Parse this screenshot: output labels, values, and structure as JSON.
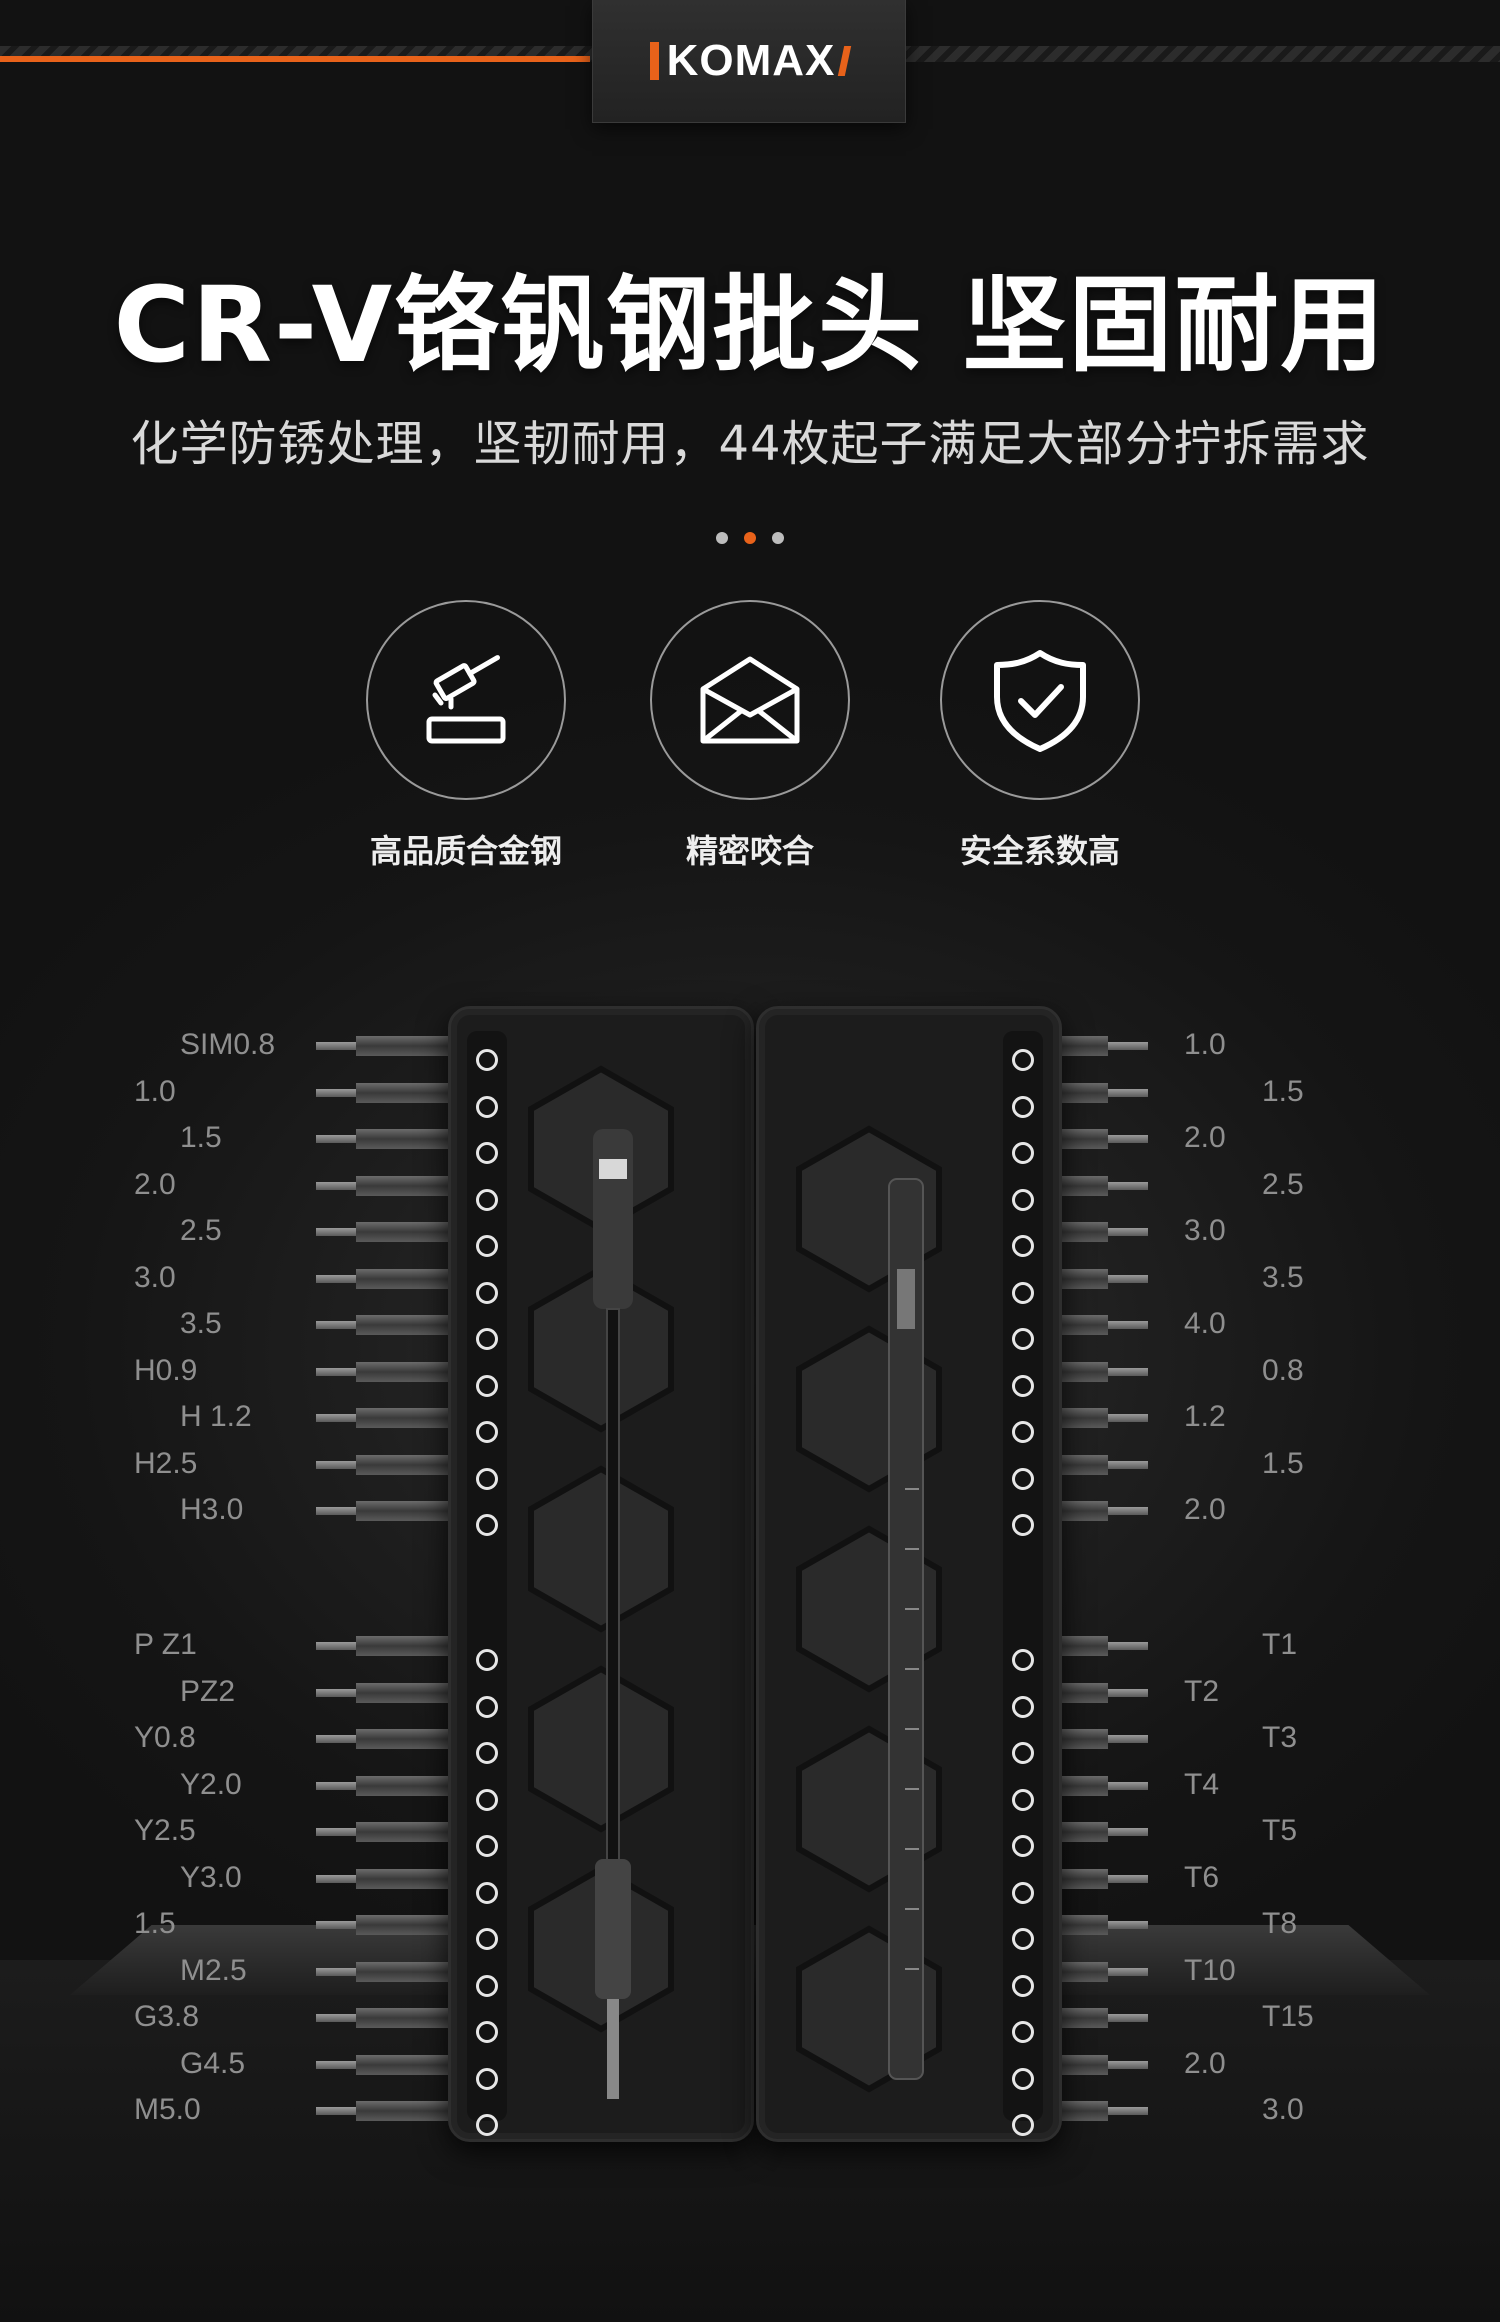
{
  "brand": {
    "logo_text": "KOMAX",
    "accent": "#e8621a"
  },
  "headline": "CR-V铬钒钢批头 坚固耐用",
  "subheadline": "化学防锈处理，坚韧耐用，44枚起子满足大部分拧拆需求",
  "carousel": {
    "count": 3,
    "active_index": 1
  },
  "features": [
    {
      "icon": "hammer-icon",
      "label": "高品质合金钢"
    },
    {
      "icon": "envelope-icon",
      "label": "精密咬合"
    },
    {
      "icon": "shield-check-icon",
      "label": "安全系数高"
    }
  ],
  "bits": {
    "left": [
      "SIM0.8",
      "1.0",
      "1.5",
      "2.0",
      "2.5",
      "3.0",
      "3.5",
      "H0.9",
      "H 1.2",
      "H2.5",
      "H3.0",
      "P Z1",
      "PZ2",
      "Y0.8",
      "Y2.0",
      "Y2.5",
      "Y3.0",
      "1.5",
      "M2.5",
      "G3.8",
      "G4.5",
      "M5.0"
    ],
    "right": [
      "1.0",
      "1.5",
      "2.0",
      "2.5",
      "3.0",
      "3.5",
      "4.0",
      "0.8",
      "1.2",
      "1.5",
      "2.0",
      "T1",
      "T2",
      "T3",
      "T4",
      "T5",
      "T6",
      "T8",
      "T10",
      "T15",
      "2.0",
      "3.0"
    ]
  }
}
